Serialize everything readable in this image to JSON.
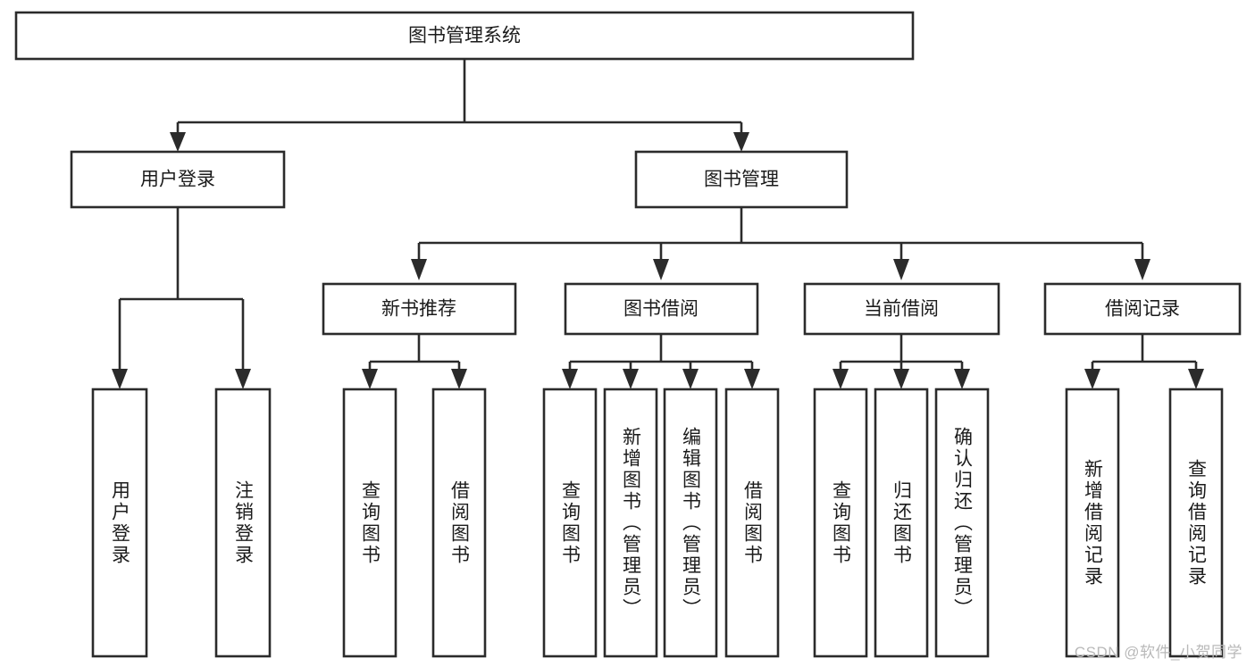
{
  "diagram": {
    "title": "图书管理系统",
    "type": "tree-hierarchy",
    "root": {
      "label": "图书管理系统"
    },
    "level1": [
      {
        "label": "用户登录"
      },
      {
        "label": "图书管理"
      }
    ],
    "level2": [
      {
        "label": "新书推荐"
      },
      {
        "label": "图书借阅"
      },
      {
        "label": "当前借阅"
      },
      {
        "label": "借阅记录"
      }
    ],
    "leaves": {
      "user_login": [
        {
          "label": "用户登录"
        },
        {
          "label": "注销登录"
        }
      ],
      "new_book_recommend": [
        {
          "label": "查询图书"
        },
        {
          "label": "借阅图书"
        }
      ],
      "book_borrow": [
        {
          "label": "查询图书"
        },
        {
          "label": "新增图书（管理员）"
        },
        {
          "label": "编辑图书（管理员）"
        },
        {
          "label": "借阅图书"
        }
      ],
      "current_borrow": [
        {
          "label": "查询图书"
        },
        {
          "label": "归还图书"
        },
        {
          "label": "确认归还（管理员）"
        }
      ],
      "borrow_record": [
        {
          "label": "新增借阅记录"
        },
        {
          "label": "查询借阅记录"
        }
      ]
    }
  },
  "watermark": {
    "text": "CSDN @软件_小贺同学"
  },
  "colors": {
    "stroke": "#2b2b2b",
    "box_fill": "#ffffff",
    "text": "#1b1b1b",
    "background": "#ffffff",
    "watermark": "#b9b9b9"
  }
}
